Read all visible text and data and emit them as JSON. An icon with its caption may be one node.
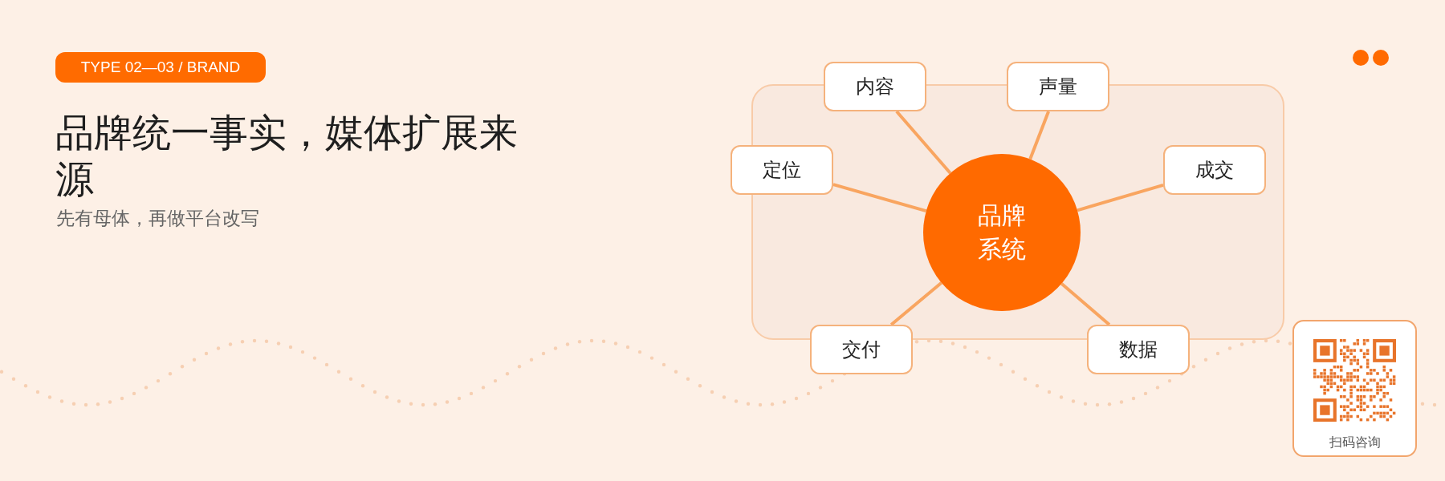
{
  "diagram": {
    "title": "品牌统一事实，媒体扩展来源",
    "nodes": [
      {
        "text": [
          "TYPE 02—03 / BRAND"
        ]
      },
      {
        "text": [
          "内容"
        ]
      },
      {
        "text": [
          "声量"
        ]
      },
      {
        "text": [
          "定位"
        ]
      },
      {
        "text": [
          "成交"
        ]
      },
      {
        "text": [
          "品牌系统"
        ]
      },
      {
        "text": [
          "交付"
        ]
      },
      {
        "text": [
          "数据"
        ]
      },
      {
        "text": [
          "扫码咨询"
        ]
      }
    ],
    "edges": [
      {
        "from": 5,
        "to": 1,
        "arrow": "none"
      },
      {
        "from": 5,
        "to": 2,
        "arrow": "none"
      },
      {
        "from": 5,
        "to": 3,
        "arrow": "none"
      },
      {
        "from": 5,
        "to": 4,
        "arrow": "none"
      },
      {
        "from": 5,
        "to": 6,
        "arrow": "none"
      },
      {
        "from": 5,
        "to": 7,
        "arrow": "none"
      }
    ],
    "labels": [
      "先有母体，再做平台改写"
    ]
  }
}
